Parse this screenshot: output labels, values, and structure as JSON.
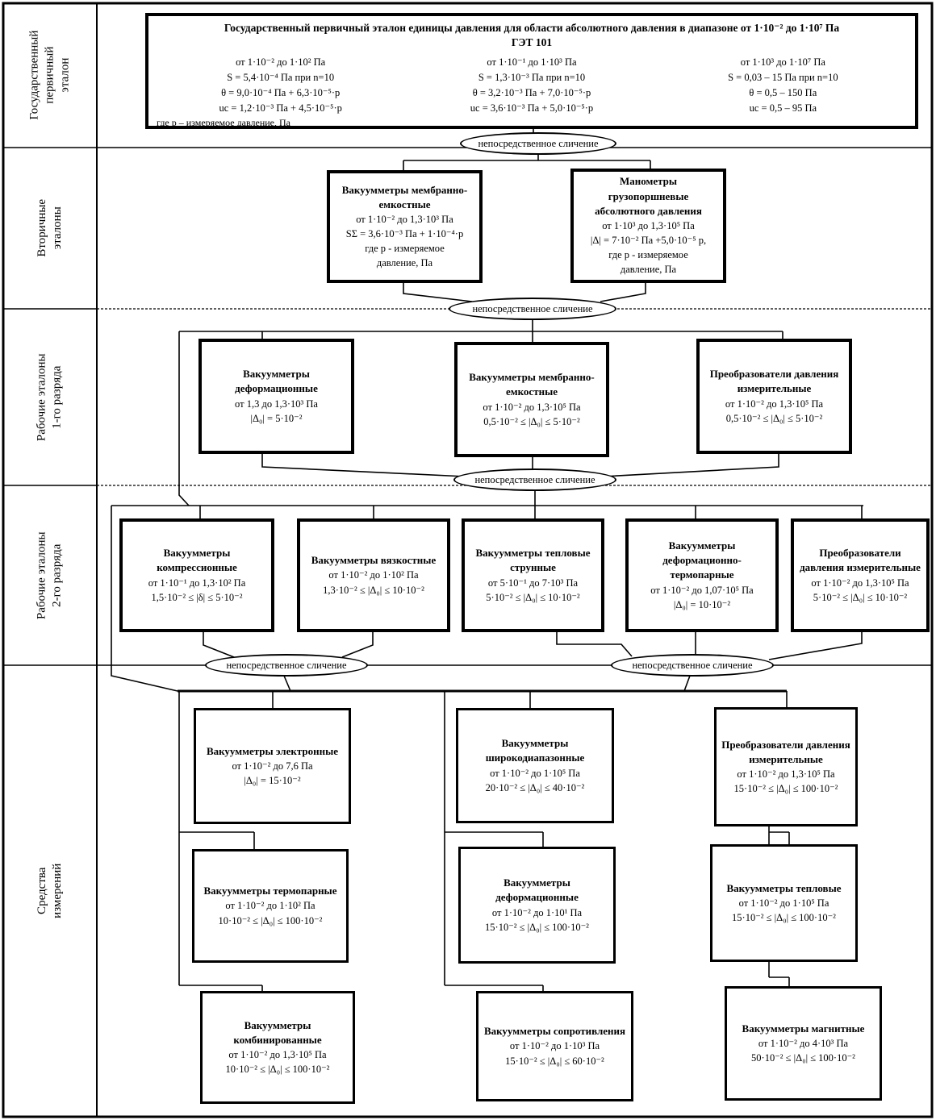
{
  "colors": {
    "ink": "#000000",
    "paper": "#ffffff"
  },
  "sidebar": {
    "rows": [
      {
        "label": "Государственный\nпервичный эталон"
      },
      {
        "label": "Вторичные эталоны"
      },
      {
        "label": "Рабочие эталоны\n1-го разряда"
      },
      {
        "label": "Рабочие эталоны\n2-го разряда"
      },
      {
        "label": "Средства измерений"
      }
    ]
  },
  "comparison": {
    "label": "непосредственное сличение"
  },
  "primary": {
    "title": "Государственный первичный эталон единицы давления для области абсолютного давления в диапазоне от 1·10⁻² до 1·10⁷ Па",
    "code": "ГЭТ 101",
    "columns": [
      [
        "от 1·10⁻² до 1·10² Па",
        "S = 5,4·10⁻⁴ Па при n=10",
        "θ =  9,0·10⁻⁴ Па + 6,3·10⁻⁵·p",
        "uc = 1,2·10⁻³ Па + 4,5·10⁻⁵·p"
      ],
      [
        "от 1·10⁻¹ до 1·10³ Па",
        "S = 1,3·10⁻³ Па при n=10",
        "θ =  3,2·10⁻³ Па + 7,0·10⁻⁵·p",
        "uc = 3,6·10⁻³ Па + 5,0·10⁻⁵·p"
      ],
      [
        "от 1·10³ до 1·10⁷ Па",
        "S = 0,03 – 15 Па при n=10",
        "θ =  0,5 – 150 Па",
        "uc = 0,5 – 95 Па"
      ]
    ],
    "footnote": "где p – измеряемое давление, Па"
  },
  "secondary": [
    {
      "name": "Вакуумметры мембранно-емкостные",
      "lines": [
        "от 1·10⁻² до 1,3·10³ Па",
        "SΣ = 3,6·10⁻³ Па + 1·10⁻⁴·p",
        "где p - измеряемое",
        "давление, Па"
      ]
    },
    {
      "name": "Манометры грузопоршневые абсолютного давления",
      "lines": [
        "от 1·10³ до 1,3·10⁵  Па",
        "|Δ| = 7·10⁻² Па +5,0·10⁻⁵  p,",
        "где p - измеряемое",
        "давление, Па"
      ]
    }
  ],
  "working1": [
    {
      "name": "Вакуумметры деформационные",
      "lines": [
        "от 1,3 до 1,3·10³ Па",
        "|Δ₀| = 5·10⁻²"
      ]
    },
    {
      "name": "Вакуумметры мембранно-емкостные",
      "lines": [
        "от 1·10⁻² до 1,3·10⁵ Па",
        "0,5·10⁻² ≤ |Δ₀| ≤ 5·10⁻²"
      ]
    },
    {
      "name": "Преобразователи давления измерительные",
      "lines": [
        "от 1·10⁻² до 1,3·10⁵ Па",
        "0,5·10⁻² ≤ |Δ₀| ≤ 5·10⁻²"
      ]
    }
  ],
  "working2": [
    {
      "name": "Вакуумметры компрессионные",
      "lines": [
        "от 1·10⁻¹ до 1,3·10² Па",
        "1,5·10⁻² ≤ |δ| ≤ 5·10⁻²"
      ]
    },
    {
      "name": "Вакуумметры вязкостные",
      "lines": [
        "от 1·10⁻² до 1·10² Па",
        "1,3·10⁻² ≤ |Δ₀| ≤  10·10⁻²"
      ]
    },
    {
      "name": "Вакуумметры тепловые струнные",
      "lines": [
        "от 5·10⁻¹ до 7·10³ Па",
        "5·10⁻² ≤ |Δ₀| ≤ 10·10⁻²"
      ]
    },
    {
      "name": "Вакуумметры деформационно-термопарные",
      "lines": [
        "от 1·10⁻² до 1,07·10⁵ Па",
        "|Δ₀| = 10·10⁻²"
      ]
    },
    {
      "name": "Преобразователи давления измерительные",
      "lines": [
        "от 1·10⁻² до 1,3·10⁵ Па",
        "5·10⁻² ≤ |Δ₀| ≤ 10·10⁻²"
      ]
    }
  ],
  "instruments": [
    {
      "name": "Вакуумметры электронные",
      "lines": [
        "от 1·10⁻² до 7,6 Па",
        "|Δ₀| = 15·10⁻²"
      ]
    },
    {
      "name": "Вакуумметры широкодиапазонные",
      "lines": [
        "от 1·10⁻² до 1·10⁵ Па",
        "20·10⁻² ≤ |Δ₀| ≤ 40·10⁻²"
      ]
    },
    {
      "name": "Преобразователи давления измерительные",
      "lines": [
        "от 1·10⁻² до 1,3·10⁵ Па",
        "15·10⁻² ≤ |Δ₀| ≤ 100·10⁻²"
      ]
    },
    {
      "name": "Вакуумметры термопарные",
      "lines": [
        "от 1·10⁻² до 1·10² Па",
        "10·10⁻² ≤ |Δ₀| ≤ 100·10⁻²"
      ]
    },
    {
      "name": "Вакуумметры деформационные",
      "lines": [
        "от 1·10⁻² до 1·10¹ Па",
        "15·10⁻² ≤ |Δ₀| ≤ 100·10⁻²"
      ]
    },
    {
      "name": "Вакуумметры тепловые",
      "lines": [
        "от 1·10⁻² до 1·10⁵ Па",
        "15·10⁻² ≤ |Δ₀| ≤ 100·10⁻²"
      ]
    },
    {
      "name": "Вакуумметры комбинированные",
      "lines": [
        "от 1·10⁻² до 1,3·10⁵ Па",
        "10·10⁻² ≤ |Δ₀| ≤ 100·10⁻²"
      ]
    },
    {
      "name": "Вакуумметры сопротивления",
      "lines": [
        "от 1·10⁻² до 1·10³ Па",
        "15·10⁻² ≤ |Δ₀| ≤ 60·10⁻²"
      ]
    },
    {
      "name": "Вакуумметры магнитные",
      "lines": [
        "от 1·10⁻² до 4·10³ Па",
        "50·10⁻² ≤ |Δ₀| ≤ 100·10⁻²"
      ]
    }
  ]
}
